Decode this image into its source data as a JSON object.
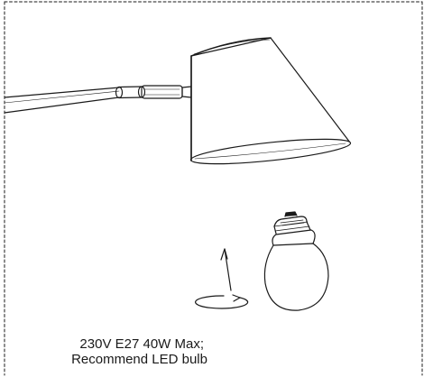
{
  "figure": {
    "ink_color": "#1a1a1a",
    "paper_color": "#ffffff",
    "border_style": "dashed"
  },
  "lamp": {
    "parts": [
      "arm",
      "joint",
      "shade"
    ]
  },
  "bulb": {
    "icon": "bulb-icon",
    "motion_icons": [
      "up-arrow-icon",
      "rotate-arrow-icon"
    ]
  },
  "spec": {
    "line1": "230V E27 40W Max;",
    "line2": "Recommend LED bulb"
  }
}
